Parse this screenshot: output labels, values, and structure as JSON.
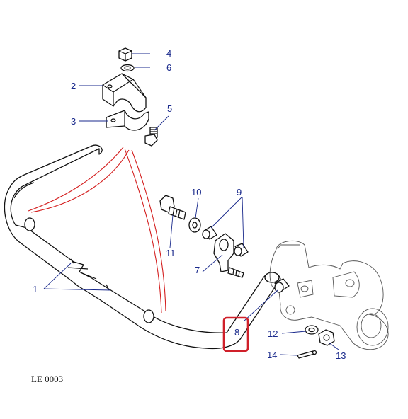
{
  "figure_ref": "LE 0003",
  "callouts": {
    "c1": "1",
    "c2": "2",
    "c3": "3",
    "c4": "4",
    "c5": "5",
    "c6": "6",
    "c7": "7",
    "c8": "8",
    "c9": "9",
    "c10": "10",
    "c11": "11",
    "c12": "12",
    "c13": "13",
    "c14": "14"
  },
  "colors": {
    "callout_text": "#1a2a8c",
    "highlight_box": "#d0202a",
    "guide_lines": "#d42020"
  }
}
